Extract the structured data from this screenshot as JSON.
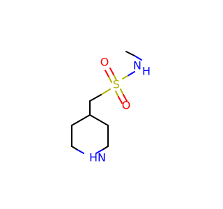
{
  "atoms": {
    "sulfur": {
      "symbol": "S",
      "color": "#b2b200"
    },
    "oxygen_top": {
      "symbol": "O",
      "color": "#ff0000"
    },
    "oxygen_bottom": {
      "symbol": "O",
      "color": "#ff0000"
    },
    "amide_nitrogen": {
      "symbol": "N",
      "color": "#0000ff"
    },
    "amide_hydrogen": {
      "symbol": "H",
      "color": "#0000ff"
    },
    "ring_nitrogen": {
      "symbol": "N",
      "color": "#0000ff"
    },
    "ring_hydrogen": {
      "symbol": "H",
      "color": "#0000ff"
    }
  },
  "colors": {
    "bond": "#000000",
    "background": "#ffffff"
  }
}
